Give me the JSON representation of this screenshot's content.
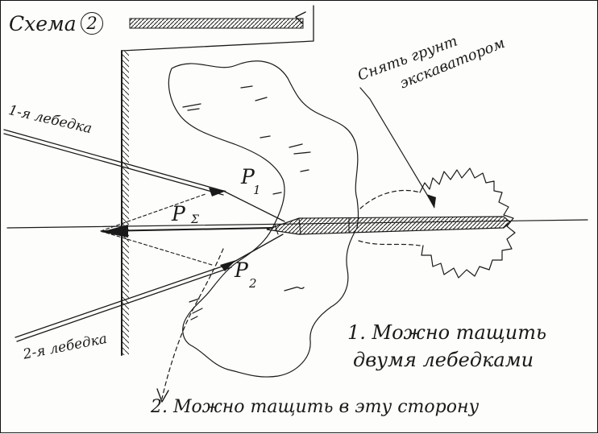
{
  "diagram": {
    "title": "Схема",
    "title_number": "2",
    "winch_1_label": "1-я лебедка",
    "winch_2_label": "2-я лебедка",
    "force_p1": {
      "symbol": "P",
      "subscript": "1"
    },
    "force_p2": {
      "symbol": "P",
      "subscript": "2"
    },
    "force_resultant": {
      "symbol": "P",
      "subscript": "Σ"
    },
    "excavator_note": {
      "line1": "Снять грунт",
      "line2": "экскаватором"
    },
    "note_1": {
      "line1": "1. Можно тащить",
      "line2": "двумя лебедками"
    },
    "note_2": "2. Можно тащить в эту сторону"
  }
}
